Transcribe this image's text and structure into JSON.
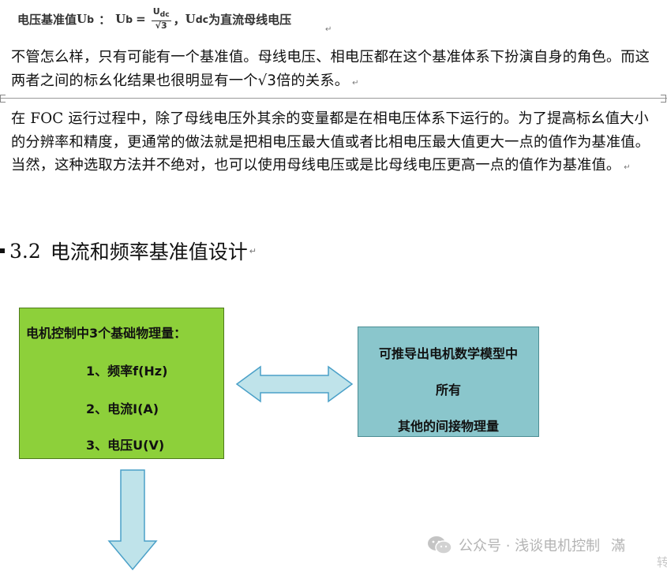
{
  "formula": {
    "lead": "电压基准值",
    "base_symbol": "U",
    "base_sub": "b",
    "colon": "：",
    "eq_left_symbol": "U",
    "eq_left_sub": "b",
    "equals": "=",
    "numerator_symbol": "U",
    "numerator_sub": "dc",
    "denominator": "√3",
    "comma": "，",
    "dc_symbol": "U",
    "dc_sub": "dc",
    "tail": "为直流母线电压"
  },
  "paragraph_mark": "↵",
  "para1": {
    "text_a": "不管怎么样，只有可能有一个基准值。母线电压、相电压都在这个基准体系下扮演自身的角色。而这两者之间的标幺化结果也很明显有一个",
    "sqrt": "√3",
    "text_b": "倍的关系。"
  },
  "para2": {
    "text": "在 FOC 运行过程中，除了母线电压外其余的变量都是在相电压体系下运行的。为了提高标幺值大小的分辨率和精度，更通常的做法就是把相电压最大值或者比相电压最大值更大一点的值作为基准值。当然，这种选取方法并不绝对，也可以使用母线电压或是比母线电压更高一点的值作为基准值。"
  },
  "heading": {
    "number": "3.2",
    "title": "电流和频率基准值设计"
  },
  "diagram": {
    "left_box": {
      "title": "电机控制中3个基础物理量：",
      "items": [
        "1、频率f(Hz)",
        "2、电流I(A)",
        "3、电压U(V)"
      ]
    },
    "right_box": {
      "lines": [
        "可推导出电机数学模型中",
        "所有",
        "其他的间接物理量"
      ]
    }
  },
  "watermark": {
    "text": "公众号 · 浅谈电机控制",
    "extra": "滿",
    "extra2": "转"
  },
  "colors": {
    "green_box": "#8dd03a",
    "teal_box": "#8ac6cc",
    "arrow_fill": "#bfe3ea",
    "arrow_stroke": "#4aa0c8"
  }
}
